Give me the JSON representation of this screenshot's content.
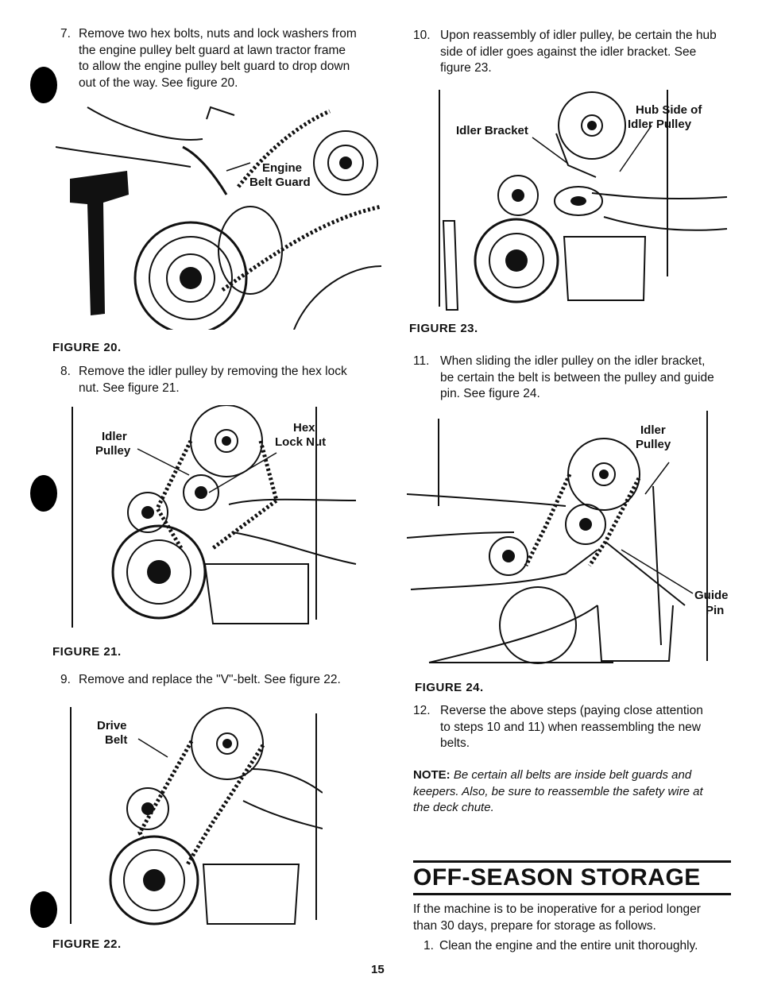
{
  "steps": {
    "s7": {
      "num": "7.",
      "lines": [
        "Remove two hex bolts, nuts and lock washers from",
        "the engine pulley belt guard at lawn tractor frame",
        "to allow the engine pulley belt guard to drop down",
        "out of the way. See figure 20."
      ]
    },
    "s8": {
      "num": "8.",
      "lines": [
        "Remove the idler pulley by removing the hex lock",
        "nut. See figure 21."
      ]
    },
    "s9": {
      "num": "9.",
      "lines": [
        "Remove and replace the \"V\"-belt. See figure 22."
      ]
    },
    "s10": {
      "num": "10.",
      "lines": [
        "Upon reassembly of idler pulley, be certain the hub",
        "side of idler goes against the idler bracket. See",
        "figure 23."
      ]
    },
    "s11": {
      "num": "11.",
      "lines": [
        "When sliding the idler pulley on the idler bracket,",
        "be certain the belt is between the pulley and guide",
        "pin. See figure 24."
      ]
    },
    "s12": {
      "num": "12.",
      "lines": [
        "Reverse the above steps (paying close attention",
        "to steps 10 and 11) when reassembling the new",
        "belts."
      ]
    },
    "storage1": {
      "num": "1.",
      "lines": [
        "Clean the engine and the entire unit thoroughly."
      ]
    }
  },
  "figures": {
    "fig20": {
      "caption": "FIGURE 20.",
      "labels": [
        "Engine",
        "Belt Guard"
      ]
    },
    "fig21": {
      "caption": "FIGURE 21.",
      "labels": [
        "Idler",
        "Pulley",
        "Hex",
        "Lock Nut"
      ]
    },
    "fig22": {
      "caption": "FIGURE 22.",
      "labels": [
        "Drive",
        "Belt"
      ]
    },
    "fig23": {
      "caption": "FIGURE 23.",
      "labels": [
        "Idler Bracket",
        "Hub Side of",
        "Idler Pulley"
      ]
    },
    "fig24": {
      "caption": "FIGURE 24.",
      "labels": [
        "Idler",
        "Pulley",
        "Guide",
        "Pin"
      ]
    }
  },
  "note": {
    "label": "NOTE:",
    "lines": [
      "Be certain all belts are inside belt guards and",
      "keepers. Also, be sure to reassemble the safety wire at",
      "the deck chute."
    ]
  },
  "section": {
    "title": "OFF-SEASON STORAGE",
    "intro_lines": [
      "If the machine is to be inoperative for a period longer",
      "than 30 days, prepare for storage as follows."
    ]
  },
  "page_number": "15"
}
